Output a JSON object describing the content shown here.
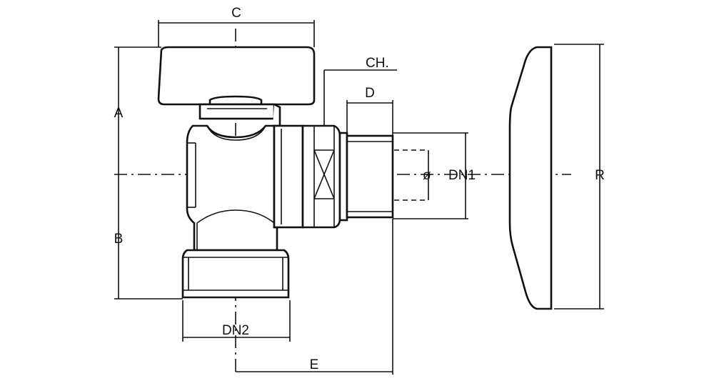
{
  "labels": {
    "a": "A",
    "b": "B",
    "c": "C",
    "d": "D",
    "e": "E",
    "r": "R",
    "ch": "CH.",
    "dn1": "DN1",
    "dn2": "DN2",
    "phi": "ø"
  }
}
